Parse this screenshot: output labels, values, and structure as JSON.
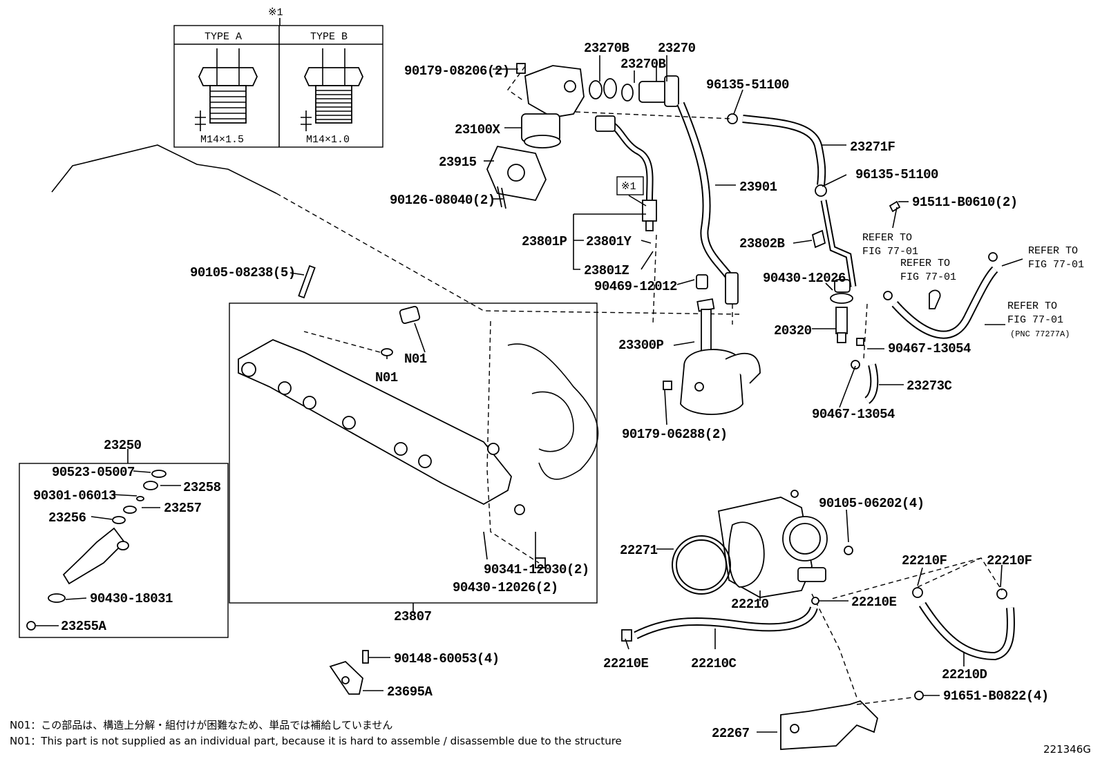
{
  "callout_mark": "※1",
  "type_box": {
    "type_a": {
      "title": "TYPE A",
      "thread": "M14×1.5"
    },
    "type_b": {
      "title": "TYPE B",
      "thread": "M14×1.0"
    }
  },
  "parts": [
    "90179-08206(2)",
    "23270B",
    "23270",
    "23270B",
    "96135-51100",
    "23100X",
    "23271F",
    "23915",
    "23901",
    "96135-51100",
    "90126-08040(2)",
    "※1",
    "91511-B0610(2)",
    "23801P",
    "23801Y",
    "23802B",
    "23801Z",
    "90105-08238(5)",
    "90469-12012",
    "90430-12026",
    "20320",
    "90467-13054",
    "23300P",
    "N01",
    "N01",
    "23273C",
    "90467-13054",
    "90179-06288(2)",
    "23250",
    "90523-05007",
    "23258",
    "90301-06013",
    "23257",
    "23256",
    "90105-06202(4)",
    "22271",
    "22210F",
    "22210F",
    "90341-12030(2)",
    "90430-12026(2)",
    "90430-18031",
    "22210",
    "22210E",
    "23807",
    "23255A",
    "90148-60053(4)",
    "22210E",
    "22210C",
    "22210D",
    "23695A",
    "91651-B0822(4)",
    "22267"
  ],
  "refer_notes": [
    {
      "line1": "REFER TO",
      "line2": "FIG 77-01",
      "line3": ""
    },
    {
      "line1": "REFER TO",
      "line2": "FIG 77-01",
      "line3": ""
    },
    {
      "line1": "REFER TO",
      "line2": "FIG 77-01",
      "line3": ""
    },
    {
      "line1": "REFER TO",
      "line2": "FIG 77-01",
      "line3": "(PNC 77277A)"
    }
  ],
  "footnote_jp": "N01：この部品は、構造上分解・組付けが困難なため、単品では補給していません",
  "footnote_en": "N01：This part is not supplied as an individual part, because it is hard to assemble / disassemble due to the structure",
  "figure_id": "221346G"
}
